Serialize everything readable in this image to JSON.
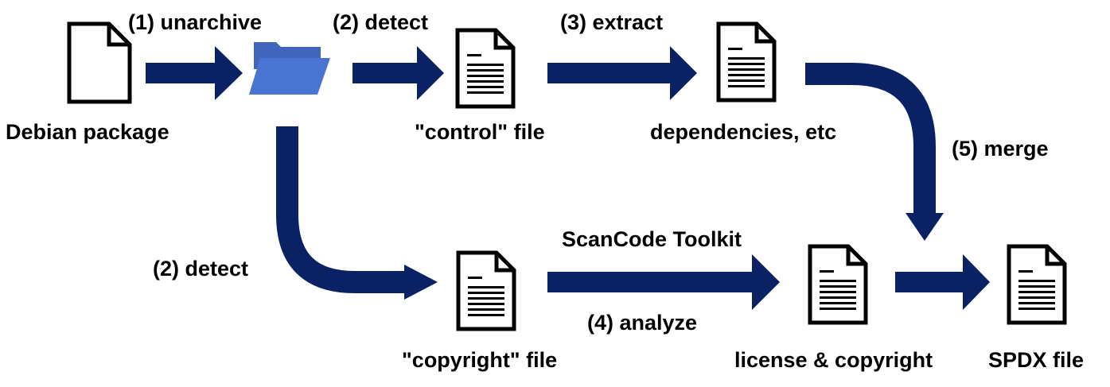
{
  "colors": {
    "arrow": "#0a2164",
    "folder_back": "#3f65bd",
    "folder_front": "#4a74d2",
    "doc_stroke": "#000000",
    "doc_fill": "#ffffff",
    "text": "#000000"
  },
  "nodes": {
    "debian_package": {
      "label": "Debian package",
      "icon": "blank-document-icon"
    },
    "unpacked_folder": {
      "label": "",
      "icon": "folder-icon"
    },
    "control_file": {
      "label": "\"control\" file",
      "icon": "text-document-icon"
    },
    "dependencies": {
      "label": "dependencies, etc",
      "icon": "text-document-icon"
    },
    "copyright_file": {
      "label": "\"copyright\" file",
      "icon": "text-document-icon"
    },
    "license_copyright": {
      "label": "license & copyright",
      "icon": "text-document-icon"
    },
    "spdx_file": {
      "label": "SPDX file",
      "icon": "text-document-icon"
    }
  },
  "steps": {
    "unarchive": "(1) unarchive",
    "detect_control": "(2) detect",
    "extract": "(3) extract",
    "detect_copyright": "(2) detect",
    "analyze": "(4) analyze",
    "analyze_tool": "ScanCode Toolkit",
    "merge": "(5) merge"
  }
}
